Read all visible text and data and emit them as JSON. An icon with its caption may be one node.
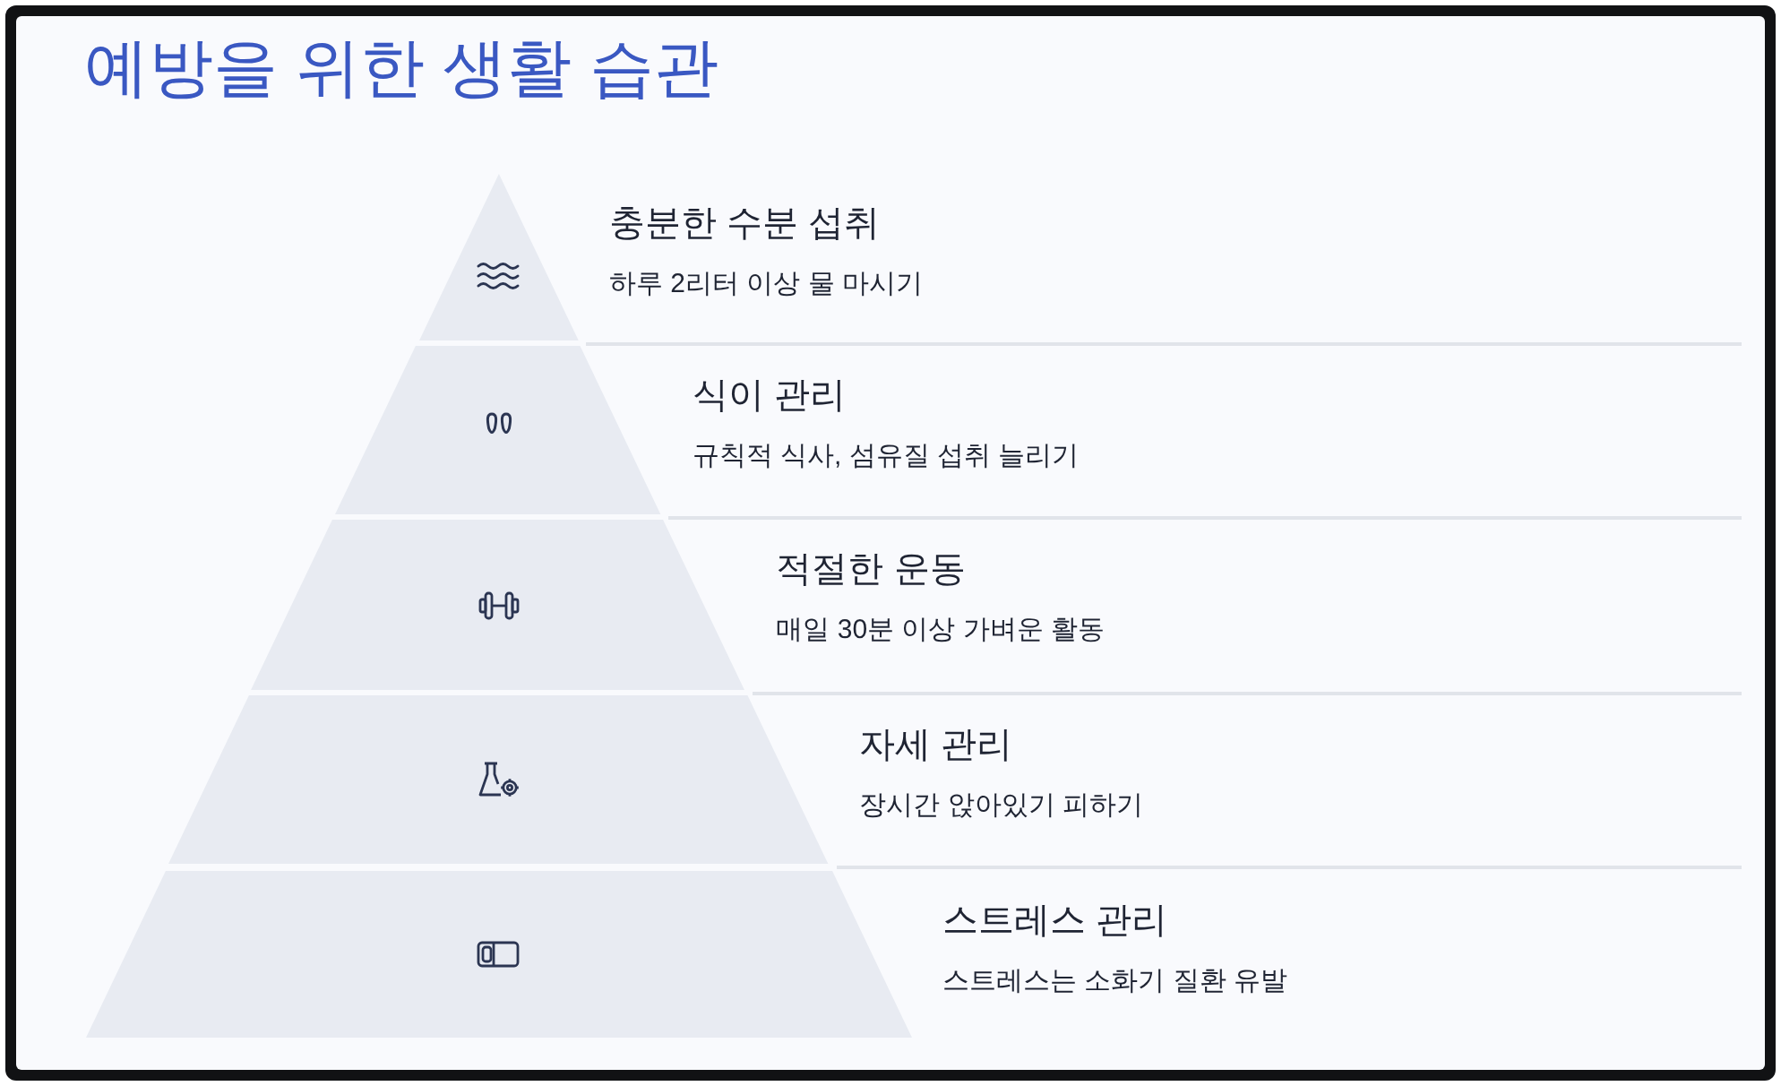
{
  "diagram": {
    "title": "예방을 위한 생활 습관",
    "nodes": [
      {
        "text": [
          "충분한 수분 섭취",
          "하루 2리터 이상 물 마시기"
        ]
      },
      {
        "text": [
          "식이 관리",
          "규칙적 식사, 섬유질 섭취 늘리기"
        ]
      },
      {
        "text": [
          "적절한 운동",
          "매일 30분 이상 가벼운 활동"
        ]
      },
      {
        "text": [
          "자세 관리",
          "장시간 앉아있기 피하기"
        ]
      },
      {
        "text": [
          "스트레스 관리",
          "스트레스는 소화기 질환 유발"
        ]
      }
    ]
  }
}
